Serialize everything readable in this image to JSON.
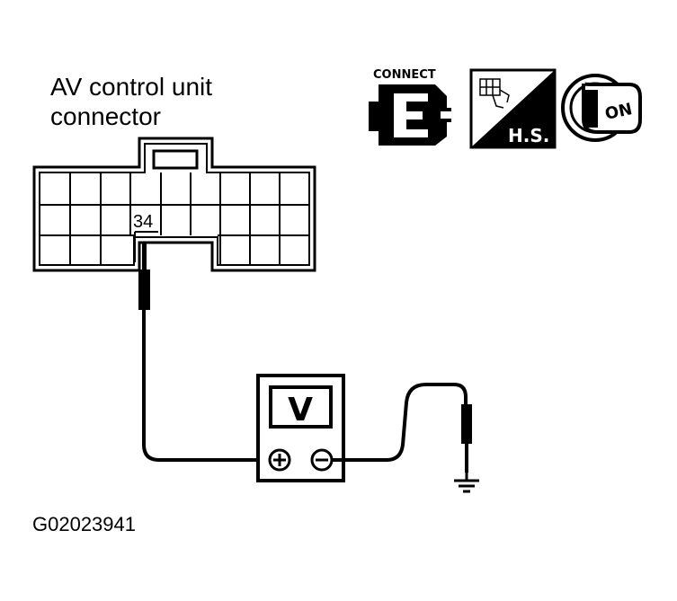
{
  "connector_label": {
    "line1": "AV control unit",
    "line2": "connector"
  },
  "terminal_number": "34",
  "icons": {
    "connect_label": "CONNECT",
    "harness_label": "H.S.",
    "ignition_label": "ON",
    "connect_icon": "connector-disconnected-icon",
    "harness_icon": "harness-side-icon",
    "ignition_icon": "ignition-key-on-icon"
  },
  "meter": {
    "display_label": "V",
    "positive_symbol": "⊕",
    "negative_symbol": "⊖"
  },
  "figure_id": "G02023941"
}
